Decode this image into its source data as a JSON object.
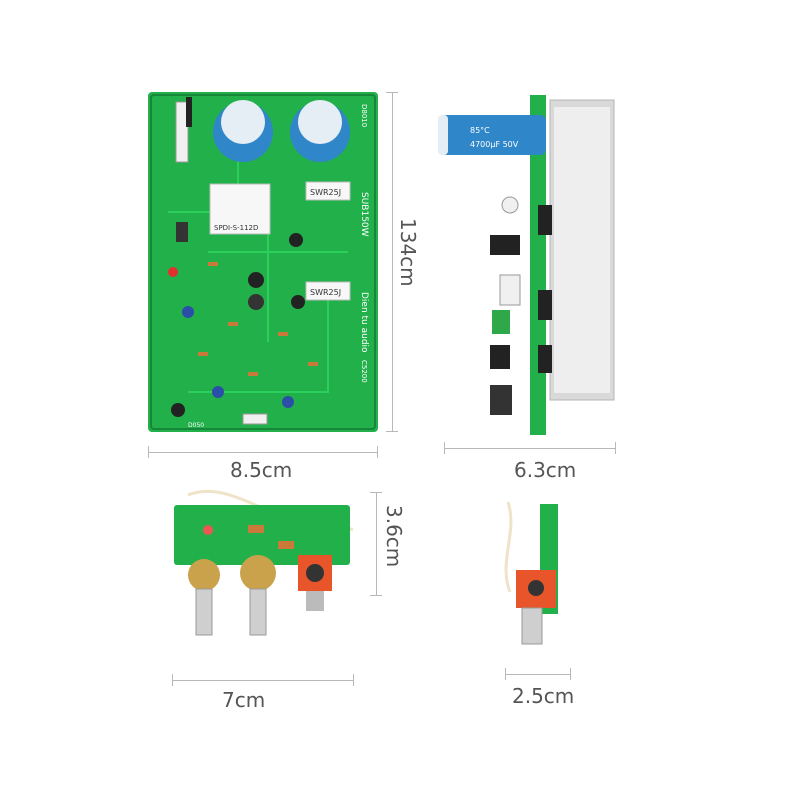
{
  "colors": {
    "pcb_green": "#22b04a",
    "pcb_dark": "#15863a",
    "capacitor_blue": "#2f86c9",
    "heatsink_silver": "#d9d9d9",
    "rca_orange": "#e8552a",
    "dimension_text": "#555555",
    "dimension_line": "#b8b8b8"
  },
  "dimensions": {
    "main_board_width": "8.5cm",
    "main_board_height": "134cm",
    "main_board_depth": "6.3cm",
    "control_board_width": "7cm",
    "control_board_height": "3.6cm",
    "control_board_depth": "2.5cm"
  },
  "board_print": {
    "relay_label": "SPDI-S-112D",
    "resistor_label_1": "SWR25J",
    "resistor_label_2": "SWR25J",
    "side_text_1": "SUB150W",
    "side_text_2": "Dien tu audio",
    "side_code_1": "C5200",
    "side_code_2": "D8010",
    "bottom_code": "D050"
  },
  "capacitor_print": {
    "brand": "85°C",
    "rating": "4700μF 50V"
  },
  "icons": [
    "pcb-photo",
    "heatsink-photo",
    "potentiometer-photo",
    "rca-jack-photo"
  ]
}
